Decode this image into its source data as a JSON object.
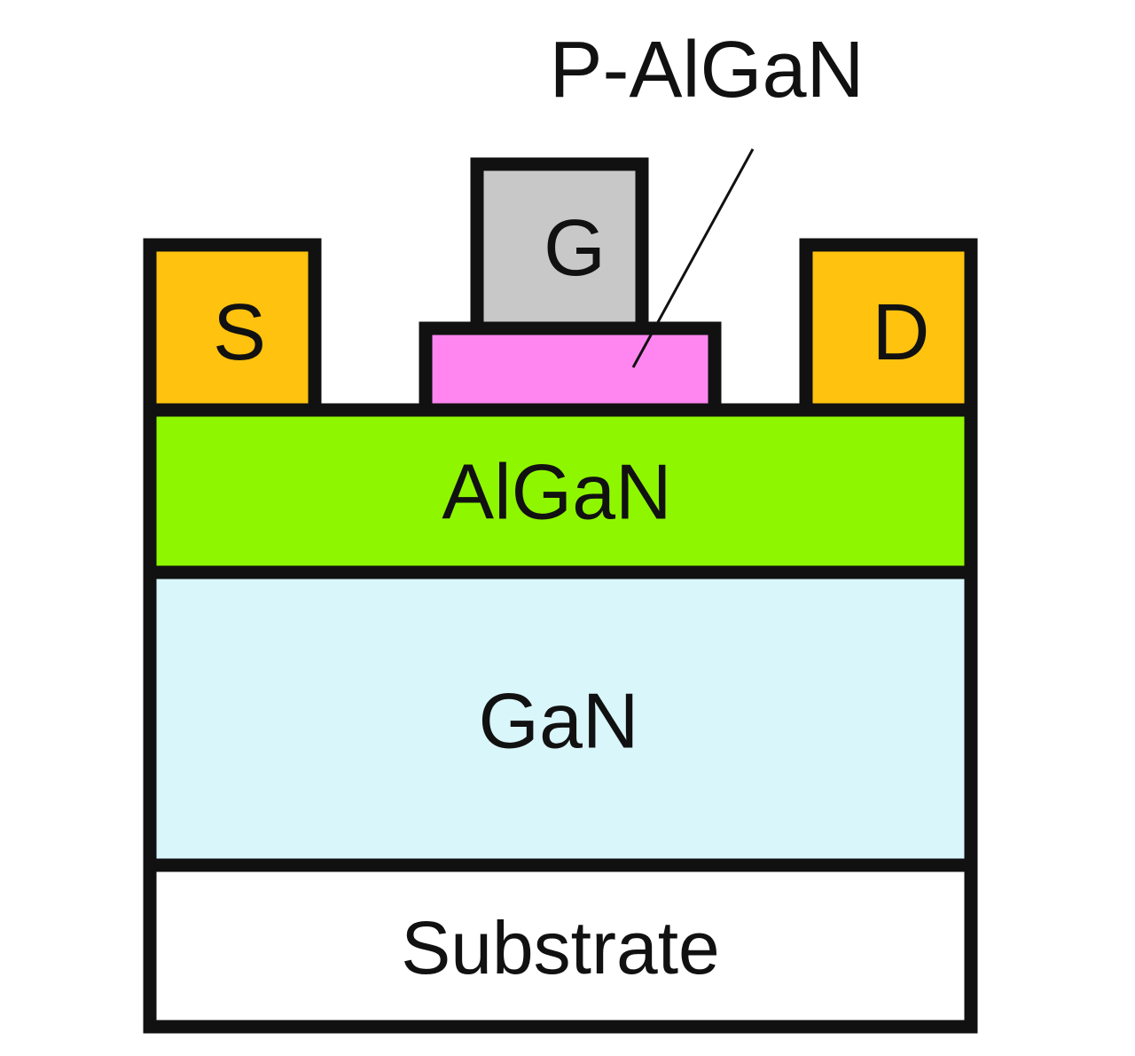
{
  "layers": {
    "substrate": {
      "label": "Substrate",
      "color": "#ffffff"
    },
    "gan": {
      "label": "GaN",
      "color": "#d9f6fb"
    },
    "algan": {
      "label": "AlGaN",
      "color": "#8ef700"
    }
  },
  "contacts": {
    "source": {
      "label": "S",
      "color": "#ffc20e"
    },
    "drain": {
      "label": "D",
      "color": "#ffc20e"
    },
    "gate": {
      "label": "G",
      "color": "#c8c8c8"
    }
  },
  "p_algan": {
    "label": "P-AlGaN",
    "color": "#ff86f0"
  },
  "outline_color": "#111111"
}
